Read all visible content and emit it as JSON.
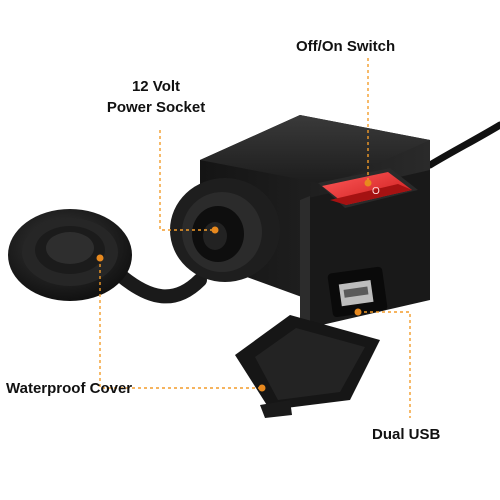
{
  "colors": {
    "leader_line": "#f39c2a",
    "leader_dot": "#e8891e",
    "body": "#1a1a1a",
    "switch_red": "#e02626"
  },
  "labels": {
    "switch": "Off/On Switch",
    "socket_line1": "12 Volt",
    "socket_line2": "Power Socket",
    "cover": "Waterproof Cover",
    "usb": "Dual USB"
  },
  "switch_glyph": "O"
}
